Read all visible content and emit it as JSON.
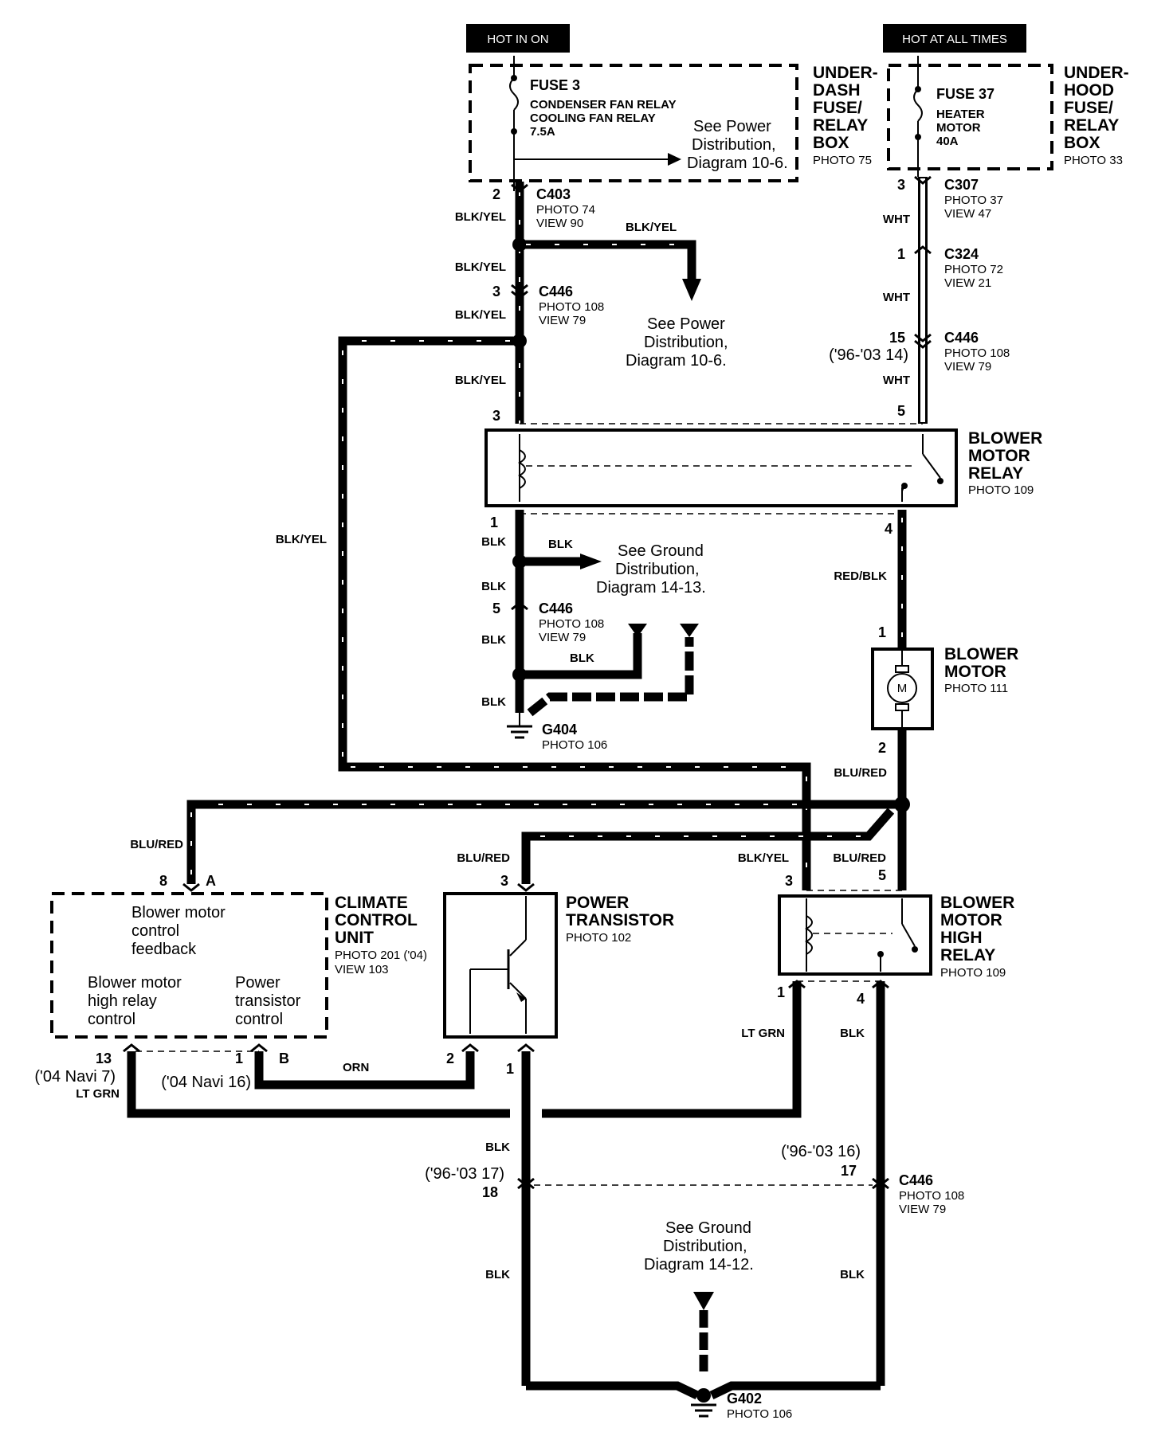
{
  "tags": {
    "hot_in_on": "HOT IN ON",
    "hot_at_all_times": "HOT AT ALL TIMES"
  },
  "fuse3": {
    "name": "FUSE 3",
    "line1": "CONDENSER FAN RELAY",
    "line2": "COOLING FAN RELAY",
    "amp": "7.5A"
  },
  "fuse37": {
    "name": "FUSE 37",
    "line1": "HEATER",
    "line2": "MOTOR",
    "amp": "40A"
  },
  "underdash": {
    "l1": "UNDER-",
    "l2": "DASH",
    "l3": "FUSE/",
    "l4": "RELAY",
    "l5": "BOX",
    "photo": "PHOTO 75"
  },
  "underhood": {
    "l1": "UNDER-",
    "l2": "HOOD",
    "l3": "FUSE/",
    "l4": "RELAY",
    "l5": "BOX",
    "photo": "PHOTO 33"
  },
  "see_power_1": {
    "l1": "See Power",
    "l2": "Distribution,",
    "l3": "Diagram 10-6."
  },
  "see_power_2": {
    "l1": "See Power",
    "l2": "Distribution,",
    "l3": "Diagram 10-6."
  },
  "see_ground_1": {
    "l1": "See Ground",
    "l2": "Distribution,",
    "l3": "Diagram 14-13."
  },
  "see_ground_2": {
    "l1": "See Ground",
    "l2": "Distribution,",
    "l3": "Diagram 14-12."
  },
  "connectors": {
    "c403": {
      "name": "C403",
      "photo": "PHOTO 74",
      "view": "VIEW 90",
      "pin": "2"
    },
    "c446a": {
      "name": "C446",
      "photo": "PHOTO 108",
      "view": "VIEW 79",
      "pin": "3"
    },
    "c307": {
      "name": "C307",
      "photo": "PHOTO 37",
      "view": "VIEW 47",
      "pin": "3"
    },
    "c324": {
      "name": "C324",
      "photo": "PHOTO 72",
      "view": "VIEW 21",
      "pin": "1"
    },
    "c446b": {
      "name": "C446",
      "photo": "PHOTO 108",
      "view": "VIEW 79",
      "pin": "15",
      "alt": "('96-'03 14)"
    },
    "c446c": {
      "name": "C446",
      "photo": "PHOTO 108",
      "view": "VIEW 79",
      "pin": "5"
    },
    "c446d": {
      "name": "C446",
      "photo": "PHOTO 108",
      "view": "VIEW 79",
      "pin": "17",
      "alt": "('96-'03 16)"
    },
    "c446e": {
      "pin": "18",
      "alt": "('96-'03 17)"
    }
  },
  "wires": {
    "blk_yel": "BLK/YEL",
    "wht": "WHT",
    "blk": "BLK",
    "red_blk": "RED/BLK",
    "blu_red": "BLU/RED",
    "lt_grn": "LT GRN",
    "orn": "ORN"
  },
  "blower_motor_relay": {
    "l1": "BLOWER",
    "l2": "MOTOR",
    "l3": "RELAY",
    "photo": "PHOTO 109",
    "pin3": "3",
    "pin5": "5",
    "pin1": "1",
    "pin4": "4"
  },
  "blower_motor": {
    "l1": "BLOWER",
    "l2": "MOTOR",
    "photo": "PHOTO 111",
    "pin1": "1",
    "pin2": "2",
    "symbol": "M"
  },
  "g404": {
    "name": "G404",
    "photo": "PHOTO 106"
  },
  "g402": {
    "name": "G402",
    "photo": "PHOTO 106"
  },
  "climate": {
    "l1": "CLIMATE",
    "l2": "CONTROL",
    "l3": "UNIT",
    "photo": "PHOTO 201 ('04)",
    "view": "VIEW 103",
    "feedback1": "Blower motor",
    "feedback2": "control",
    "feedback3": "feedback",
    "high1": "Blower motor",
    "high2": "high relay",
    "high3": "control",
    "pt1": "Power",
    "pt2": "transistor",
    "pt3": "control",
    "pin8": "8",
    "pinA": "A",
    "pin13": "13",
    "pin13alt": "('04 Navi 7)",
    "pin1": "1",
    "pinB": "B",
    "pin1alt": "('04 Navi 16)"
  },
  "power_transistor": {
    "l1": "POWER",
    "l2": "TRANSISTOR",
    "photo": "PHOTO 102",
    "pin3": "3",
    "pin2": "2",
    "pin1": "1"
  },
  "high_relay": {
    "l1": "BLOWER",
    "l2": "MOTOR",
    "l3": "HIGH",
    "l4": "RELAY",
    "photo": "PHOTO 109",
    "pin3": "3",
    "pin5": "5",
    "pin1": "1",
    "pin4": "4"
  }
}
